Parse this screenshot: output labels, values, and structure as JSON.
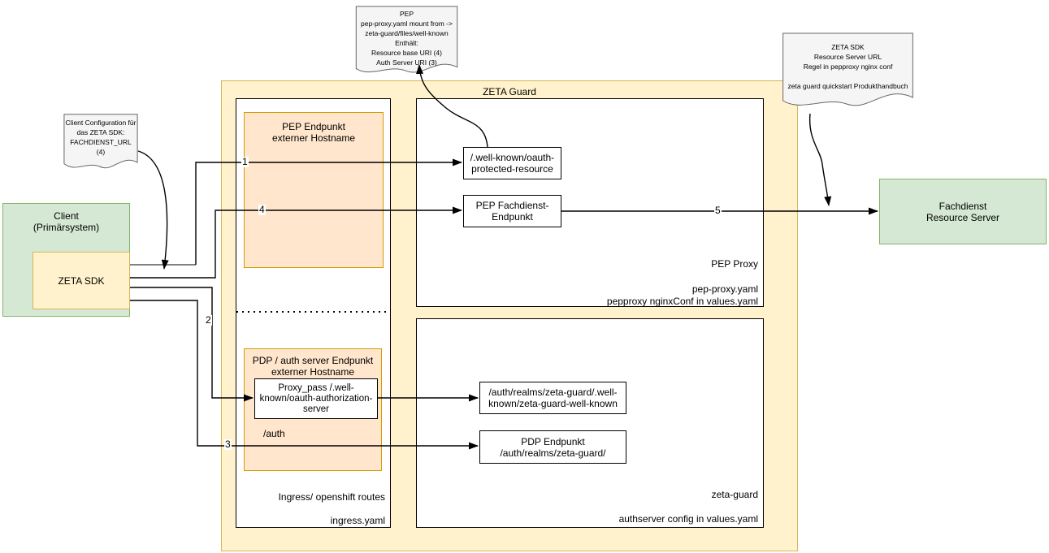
{
  "container": {
    "label": "ZETA Guard"
  },
  "client": {
    "label": "Client\n(Primärsystem)",
    "sdk": "ZETA SDK"
  },
  "fachdienst": {
    "label": "Fachdienst\nResource Server"
  },
  "ingress": {
    "pep_endpoint": "PEP Endpunkt\nexterner Hostname",
    "pdp_endpoint": "PDP / auth server Endpunkt\nexterner Hostname",
    "proxy_pass": "Proxy_pass /.well-\nknown/oauth-authorization-\nserver",
    "auth_path": "/auth",
    "caption": "Ingress/ openshift routes",
    "file": "ingress.yaml"
  },
  "pep_proxy": {
    "well_known": "/.well-known/oauth-\nprotected-resource",
    "fachdienst_endpoint": "PEP Fachdienst-\nEndpunkt",
    "caption": "PEP Proxy",
    "file1": "pep-proxy.yaml",
    "file2": "pepproxy nginxConf in values.yaml"
  },
  "auth_server": {
    "well_known": "/auth/realms/zeta-guard/.well-\nknown/zeta-guard-well-known",
    "pdp_endpoint": "PDP Endpunkt\n/auth/realms/zeta-guard/",
    "caption": "zeta-guard",
    "file": "authserver config in values.yaml"
  },
  "notes": {
    "pep": "PEP\npep-proxy.yaml mount from ->\nzeta-guard/files/well-known\nEnthält:\nResource base URI (4)\nAuth Server URI (3)",
    "client_config": "Client Configuration für\ndas ZETA SDK:\nFACHDIENST_URL\n(4)",
    "zeta_sdk": "ZETA SDK\nResource Server URL\nRegel in pepproxy nginx conf\n\nzeta guard quickstart Produkthandbuch"
  },
  "edges": {
    "e1": "1",
    "e2": "2",
    "e3": "3",
    "e4": "4",
    "e5": "5"
  },
  "colors": {
    "container_fill": "#FFF2CC",
    "container_stroke": "#D6B656",
    "orange_fill": "#FFE6CC",
    "orange_stroke": "#D79B00",
    "green_fill": "#D5E8D4",
    "green_stroke": "#82B366",
    "note_fill": "#F5F5F5",
    "note_stroke": "#666666",
    "edge": "#000000",
    "link_edge": "#808080"
  }
}
